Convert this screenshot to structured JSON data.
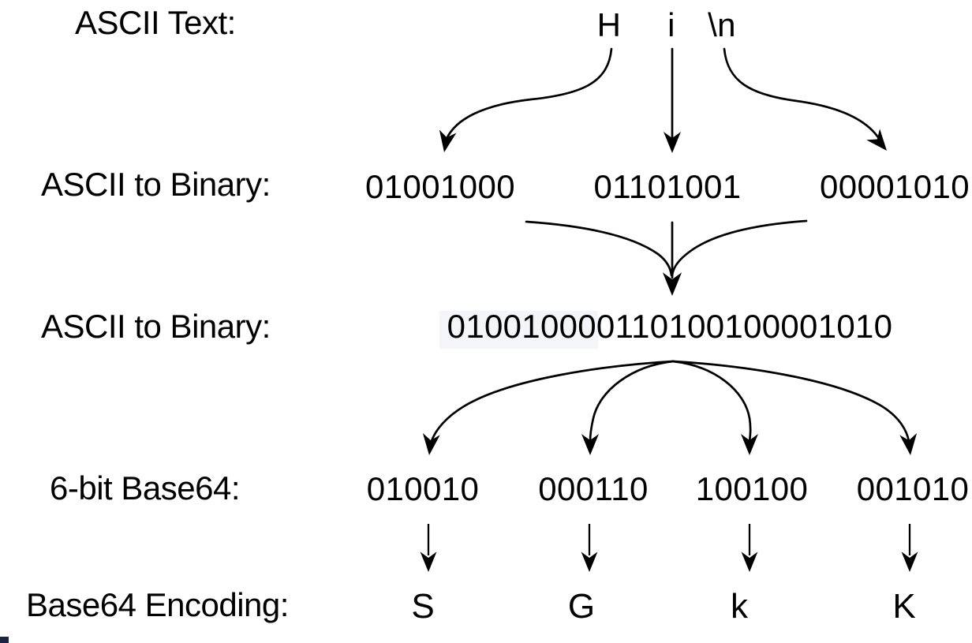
{
  "page": {
    "background_color": "#ffffff",
    "text_color": "#000000",
    "highlight_color": "#f4f5f8",
    "corner_mark_color": "#1c2540"
  },
  "rows": {
    "ascii_text": {
      "label": "ASCII Text:",
      "values": [
        "H",
        "i",
        "\\n"
      ]
    },
    "ascii_binary": {
      "label": "ASCII to Binary:",
      "values": [
        "01001000",
        "01101001",
        "00001010"
      ]
    },
    "concatenated": {
      "label": "ASCII to Binary:",
      "value": "010010000110100100001010",
      "highlighted_prefix": "01001000"
    },
    "sixbit": {
      "label": "6-bit Base64:",
      "values": [
        "010010",
        "000110",
        "100100",
        "001010"
      ]
    },
    "base64": {
      "label": "Base64 Encoding:",
      "values": [
        "S",
        "G",
        "k",
        "K"
      ]
    }
  }
}
